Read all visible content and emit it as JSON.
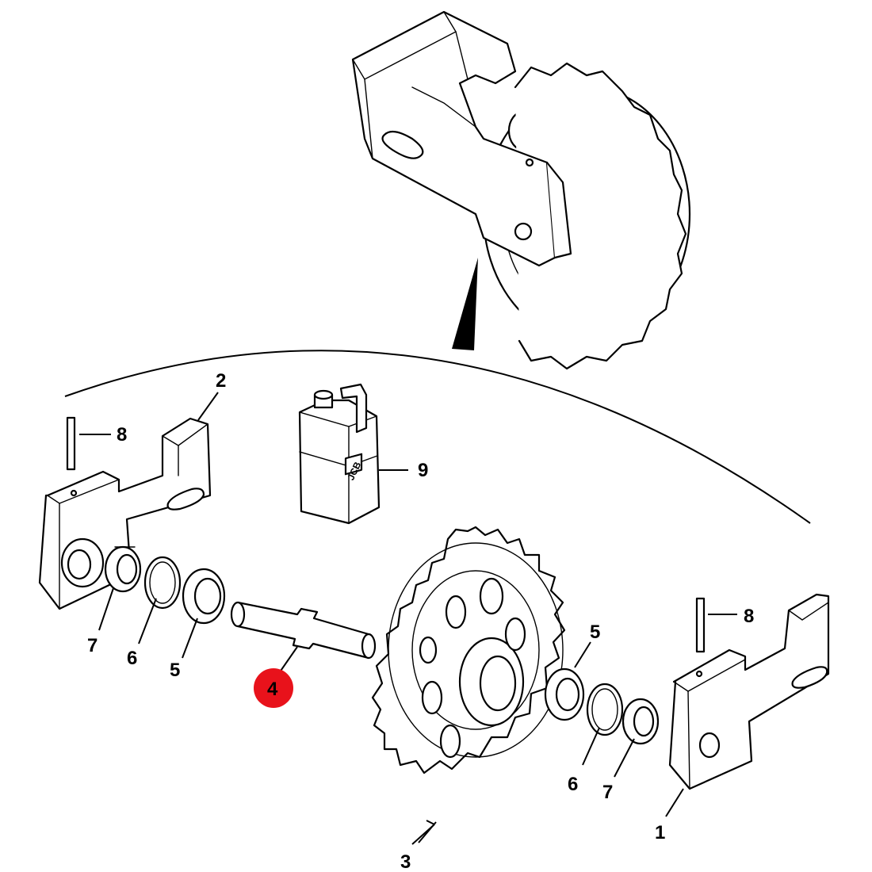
{
  "diagram": {
    "highlight_color": "#e8121b",
    "highlighted_callout": "4",
    "callouts": {
      "c1": "1",
      "c2": "2",
      "c3": "3",
      "c4": "4",
      "c5a": "5",
      "c5b": "5",
      "c6a": "6",
      "c6b": "6",
      "c7a": "7",
      "c7b": "7",
      "c8a": "8",
      "c8b": "8",
      "c9": "9"
    },
    "container_logo": "JCB"
  }
}
